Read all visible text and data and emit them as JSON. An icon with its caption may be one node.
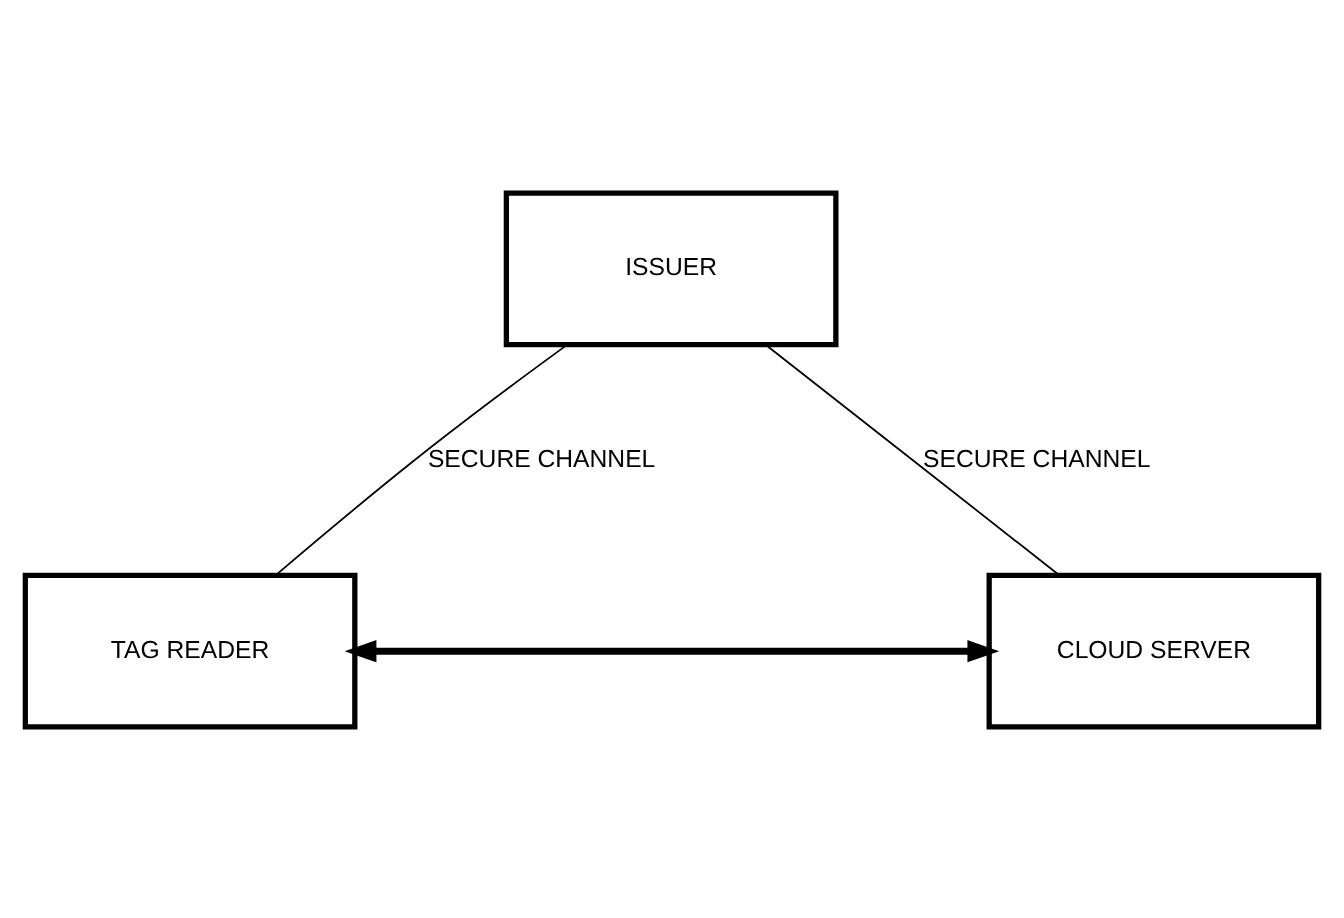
{
  "diagram": {
    "nodes": [
      {
        "text": [
          "ISSUER"
        ]
      },
      {
        "text": [
          "TAG READER"
        ]
      },
      {
        "text": [
          "CLOUD SERVER"
        ]
      }
    ],
    "edges": [
      {
        "from": 0,
        "to": 1,
        "arrow": "none",
        "label": "SECURE CHANNEL"
      },
      {
        "from": 0,
        "to": 2,
        "arrow": "none",
        "label": "SECURE CHANNEL"
      },
      {
        "from": 1,
        "to": 2,
        "arrow": "both",
        "style": "thick"
      }
    ]
  }
}
